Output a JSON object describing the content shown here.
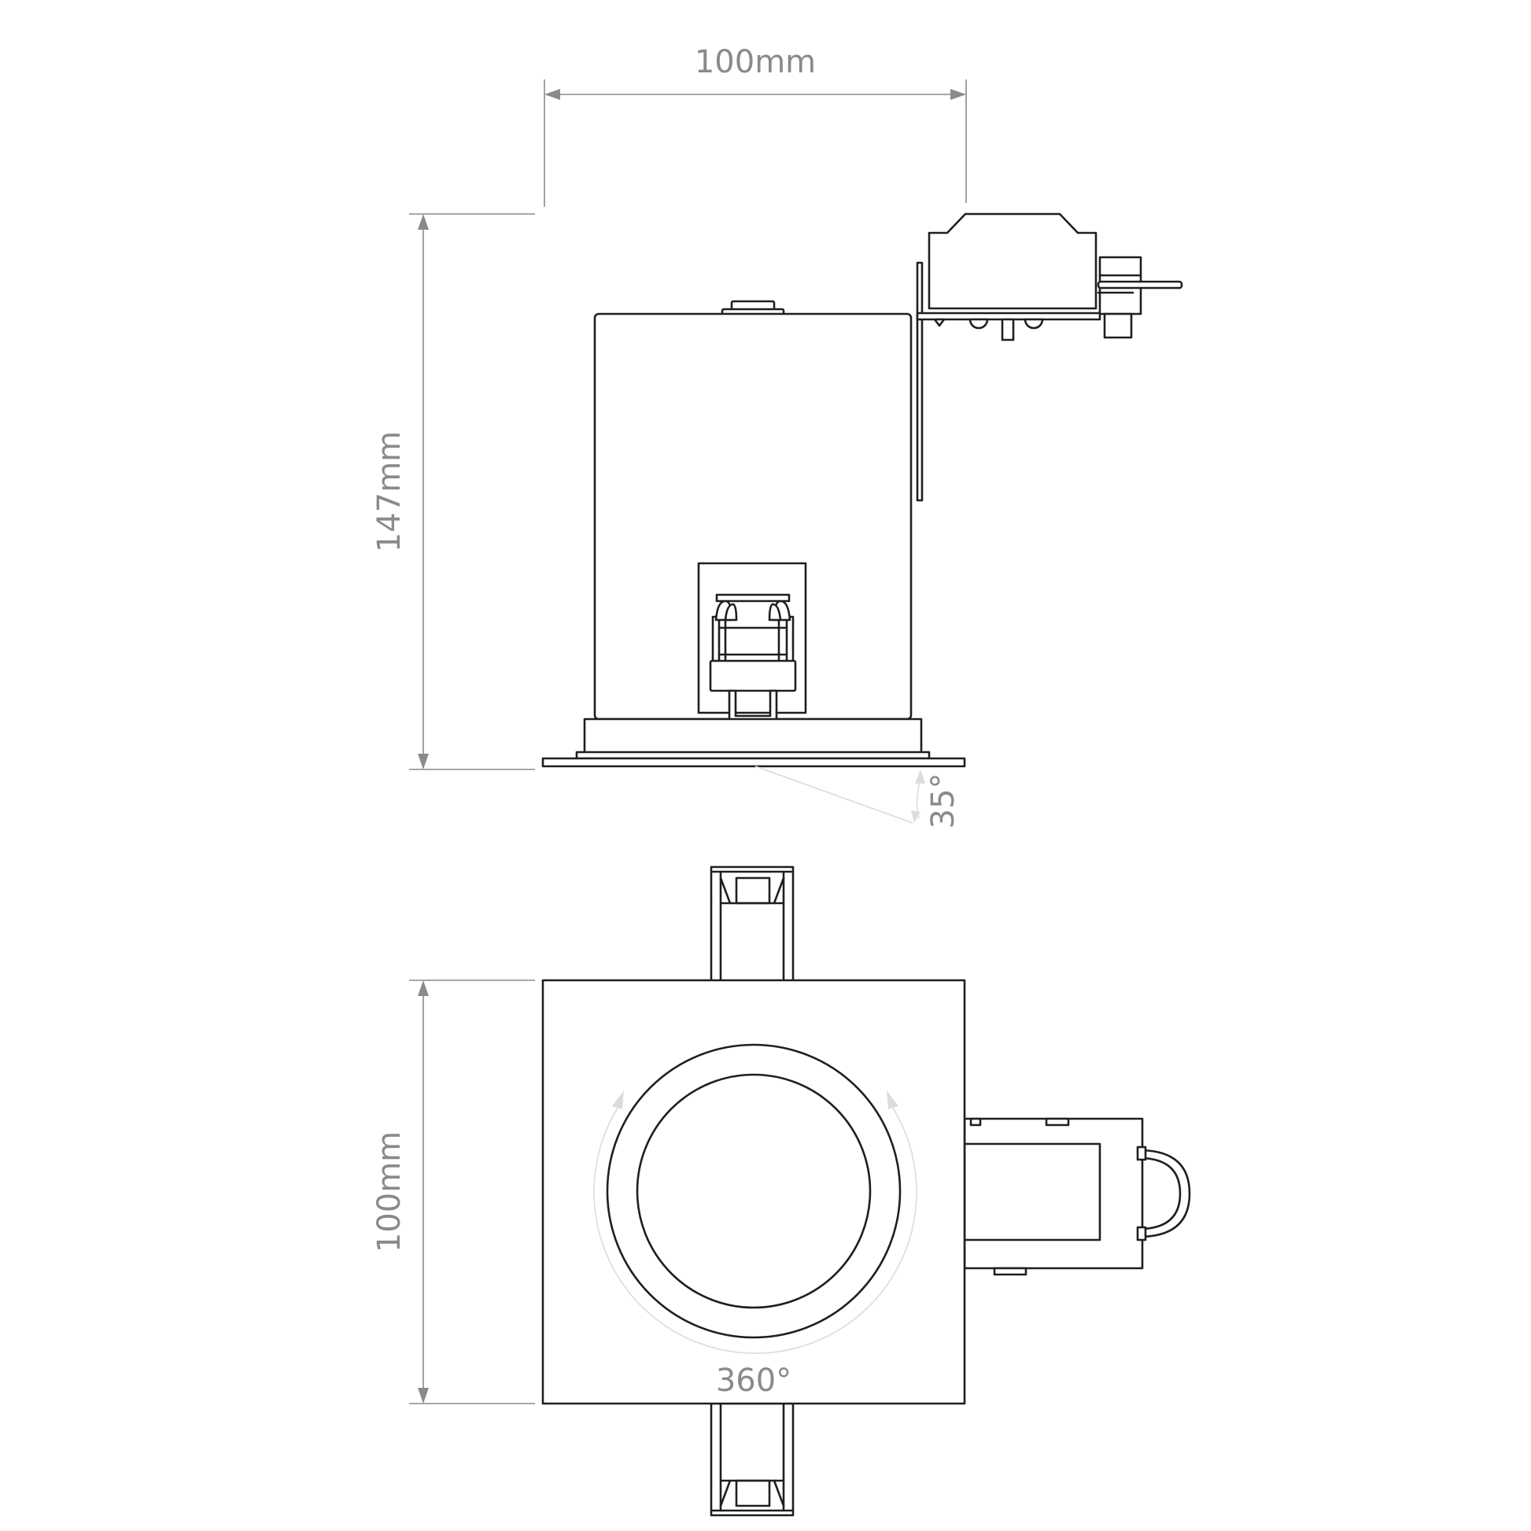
{
  "dimensions": {
    "side_width": "100mm",
    "side_height": "147mm",
    "tilt_angle": "35°",
    "top_height": "100mm",
    "rotation": "360°"
  },
  "colors": {
    "line": "#1f1f1f",
    "dimension": "#8a8a8a",
    "faint_indicator": "#dcdcdc",
    "background": "#ffffff"
  }
}
